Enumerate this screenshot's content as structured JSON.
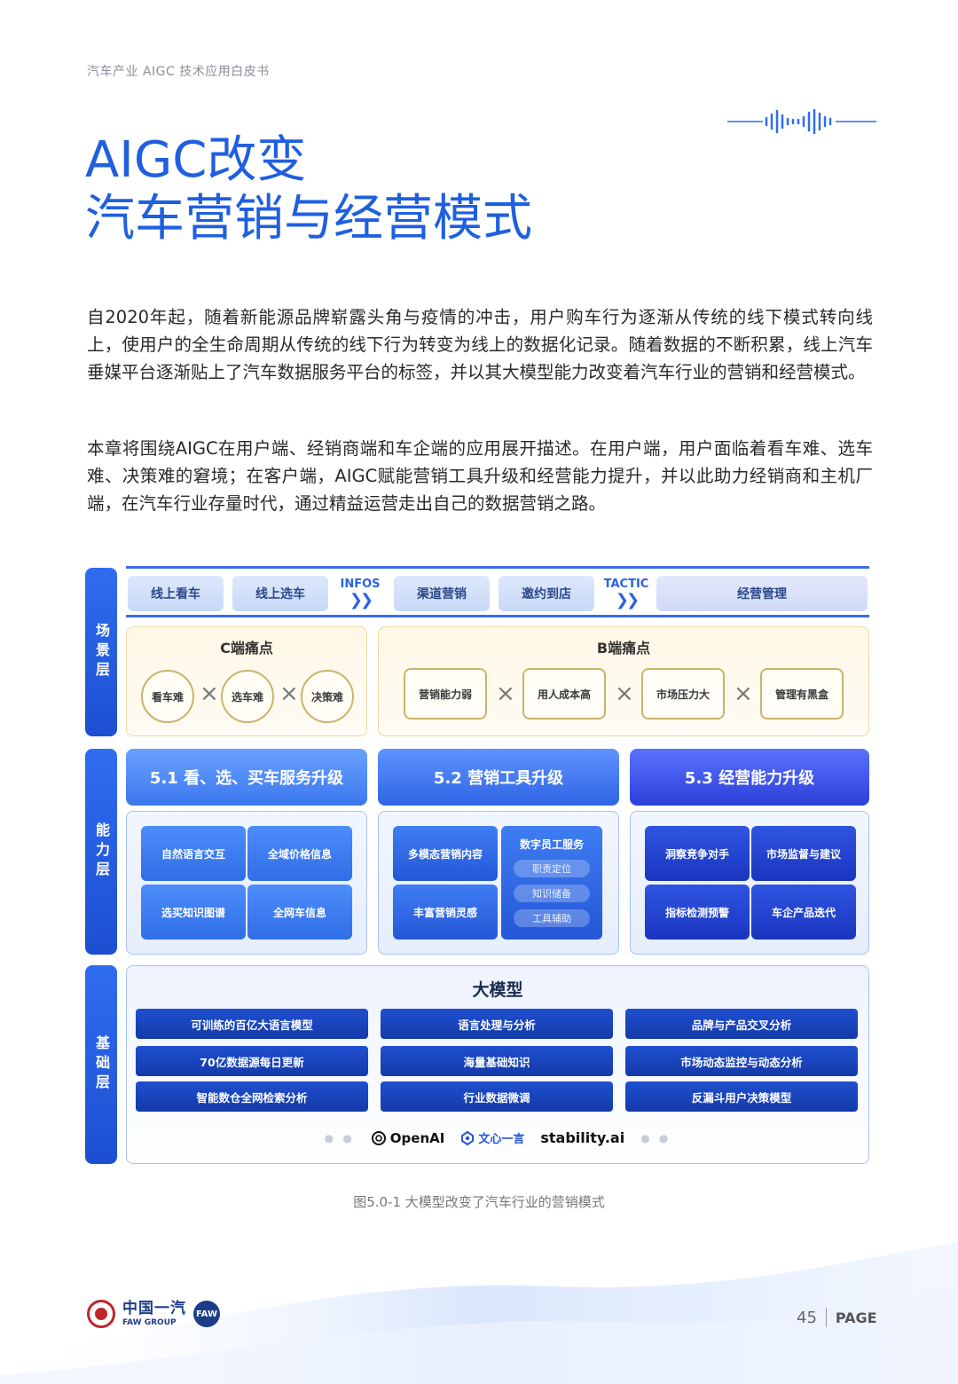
{
  "header": {
    "running_title": "汽车产业 AIGC 技术应用白皮书"
  },
  "title": {
    "line1": "AIGC改变",
    "line2": "汽车营销与经营模式"
  },
  "paragraphs": [
    "自2020年起，随着新能源品牌崭露头角与疫情的冲击，用户购车行为逐渐从传统的线下模式转向线上，使用户的全生命周期从传统的线下行为转变为线上的数据化记录。随着数据的不断积累，线上汽车垂媒平台逐渐贴上了汽车数据服务平台的标签，并以其大模型能力改变着汽车行业的营销和经营模式。",
    "本章将围绕AIGC在用户端、经销商端和车企端的应用展开描述。在用户端，用户面临着看车难、选车难、决策难的窘境；在客户端，AIGC赋能营销工具升级和经营能力提升，并以此助力经销商和主机厂端，在汽车行业存量时代，通过精益运营走出自己的数据营销之路。"
  ],
  "diagram": {
    "layers": [
      "场景层",
      "能力层",
      "基础层"
    ],
    "scene": {
      "pills": [
        "线上看车",
        "线上选车",
        "渠道营销",
        "邀约到店",
        "经营管理"
      ],
      "tags": [
        "INFOS",
        "TACTIC"
      ],
      "chevrons": "❯❯"
    },
    "pain_c": {
      "title": "C端痛点",
      "items": [
        "看车难",
        "选车难",
        "决策难"
      ]
    },
    "pain_b": {
      "title": "B端痛点",
      "items": [
        "营销能力弱",
        "用人成本高",
        "市场压力大",
        "管理有黑盒"
      ]
    },
    "x": "×",
    "capabilities": [
      {
        "title": "5.1 看、选、买车服务升级",
        "cells": [
          "自然语言交互",
          "全域价格信息",
          "选买知识图谱",
          "全网车信息"
        ]
      },
      {
        "title": "5.2 营销工具升级",
        "cells": [
          "多模态营销内容",
          "丰富营销灵感"
        ],
        "digital": {
          "title": "数字员工服务",
          "chips": [
            "职责定位",
            "知识储备",
            "工具辅助"
          ]
        }
      },
      {
        "title": "5.3 经营能力升级",
        "cells": [
          "洞察竞争对手",
          "市场监督与建议",
          "指标检测预警",
          "车企产品迭代"
        ]
      }
    ],
    "base": {
      "title": "大模型",
      "cells": [
        "可训练的百亿大语言模型",
        "语言处理与分析",
        "品牌与产品交叉分析",
        "70亿数据源每日更新",
        "海量基础知识",
        "市场动态监控与动态分析",
        "智能数仓全网检索分析",
        "行业数据微调",
        "反漏斗用户决策模型"
      ],
      "logos": {
        "openai": "OpenAI",
        "wenxin": "文心一言",
        "stability": "stability.ai"
      }
    }
  },
  "caption": "图5.0-1 大模型改变了汽车行业的营销模式",
  "footer": {
    "brand_cn": "中国一汽",
    "brand_en": "FAW GROUP",
    "page_number": "45",
    "page_label": "PAGE"
  },
  "colors": {
    "title_blue": "#1f5fe0",
    "accent": "#2f6df0",
    "dark_blue": "#143aa8"
  }
}
